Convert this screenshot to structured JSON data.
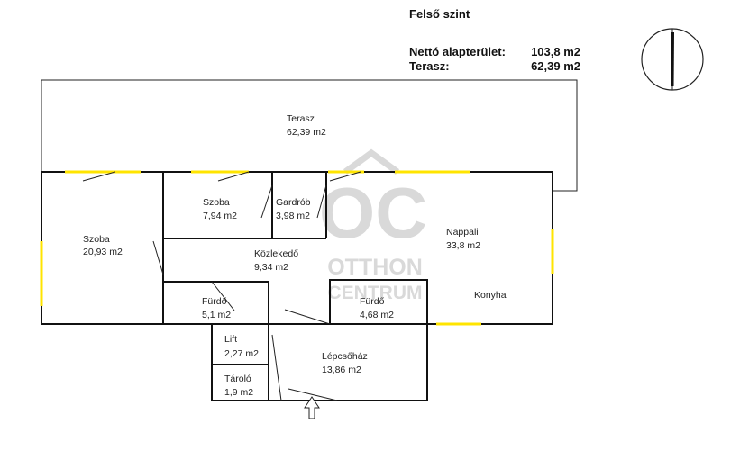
{
  "header": {
    "title": "Felső szint",
    "net_area_label": "Nettó alapterület:",
    "net_area_value": "103,8 m2",
    "terrace_label": "Terasz:",
    "terrace_value": "62,39 m2"
  },
  "rooms": {
    "terasz": {
      "name": "Terasz",
      "area": "62,39 m2"
    },
    "szoba_big": {
      "name": "Szoba",
      "area": "20,93 m2"
    },
    "szoba_small": {
      "name": "Szoba",
      "area": "7,94 m2"
    },
    "gardrob": {
      "name": "Gardrób",
      "area": "3,98 m2"
    },
    "kozlekedo": {
      "name": "Közlekedő",
      "area": "9,34 m2"
    },
    "nappali": {
      "name": "Nappali",
      "area": "33,8 m2"
    },
    "furdo_left": {
      "name": "Fürdő",
      "area": "5,1 m2"
    },
    "furdo_right": {
      "name": "Fürdő",
      "area": "4,68 m2"
    },
    "konyha": {
      "name": "Konyha"
    },
    "lift": {
      "name": "Lift",
      "area": "2,27 m2"
    },
    "lepcsohaz": {
      "name": "Lépcsőház",
      "area": "13,86 m2"
    },
    "tarolo": {
      "name": "Tároló",
      "area": "1,9 m2"
    }
  },
  "watermark": {
    "logo": "OC",
    "line1": "OTTHON",
    "line2": "CENTRUM"
  },
  "colors": {
    "wall": "#111111",
    "window": "#ffe400",
    "watermark": "#d9d9d9"
  },
  "icons": {
    "compass": "north-arrow-icon",
    "entrance": "entrance-arrow-icon"
  }
}
